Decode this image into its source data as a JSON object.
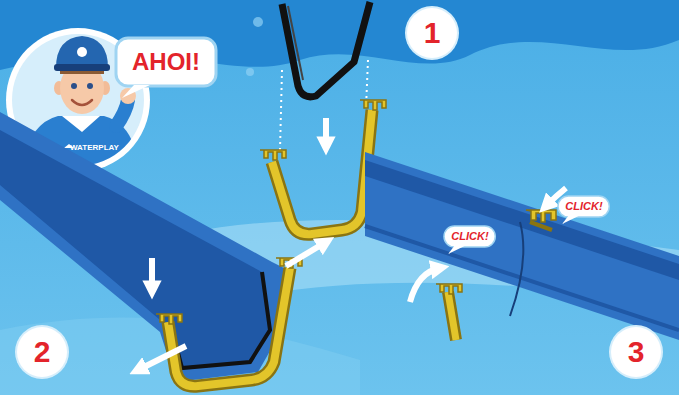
{
  "diagram": {
    "nodes": [
      {
        "text": [
          "AHOI!"
        ]
      },
      {
        "text": [
          "1"
        ]
      },
      {
        "text": [
          "2"
        ]
      },
      {
        "text": [
          "3"
        ]
      },
      {
        "text": [
          "CLICK!"
        ]
      },
      {
        "text": [
          "CLICK!"
        ]
      }
    ],
    "labels": [
      "WATERPLAY"
    ]
  }
}
